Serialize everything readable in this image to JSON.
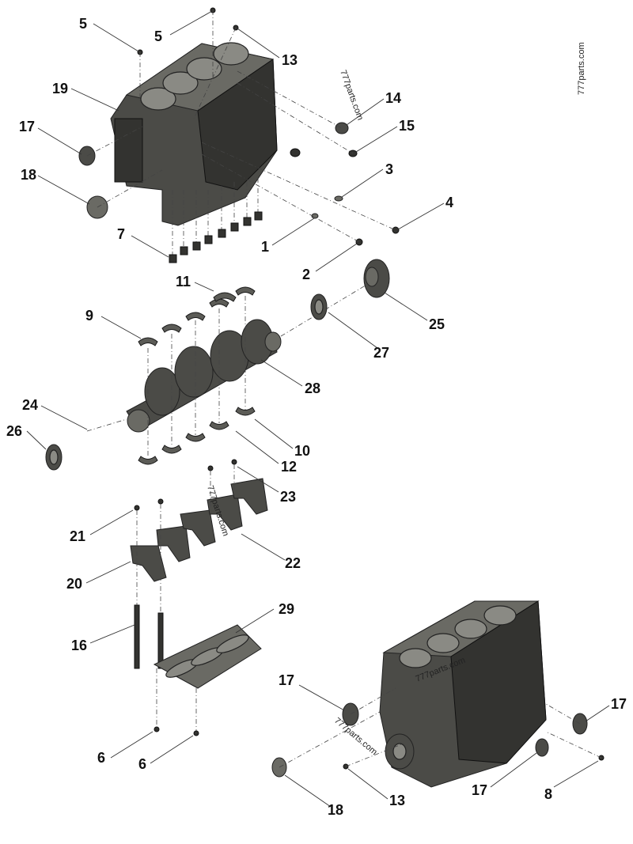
{
  "watermarks": [
    "777parts.com",
    "777parts.com",
    "777parts.com",
    "777parts.com",
    "777parts.com"
  ],
  "callouts": [
    {
      "id": "c5a",
      "label": "5"
    },
    {
      "id": "c5b",
      "label": "5"
    },
    {
      "id": "c13a",
      "label": "13"
    },
    {
      "id": "c19",
      "label": "19"
    },
    {
      "id": "c14",
      "label": "14"
    },
    {
      "id": "c17a",
      "label": "17"
    },
    {
      "id": "c15",
      "label": "15"
    },
    {
      "id": "c3",
      "label": "3"
    },
    {
      "id": "c18a",
      "label": "18"
    },
    {
      "id": "c4",
      "label": "4"
    },
    {
      "id": "c7",
      "label": "7"
    },
    {
      "id": "c1",
      "label": "1"
    },
    {
      "id": "c2",
      "label": "2"
    },
    {
      "id": "c11",
      "label": "11"
    },
    {
      "id": "c25",
      "label": "25"
    },
    {
      "id": "c9",
      "label": "9"
    },
    {
      "id": "c27",
      "label": "27"
    },
    {
      "id": "c28",
      "label": "28"
    },
    {
      "id": "c24",
      "label": "24"
    },
    {
      "id": "c26",
      "label": "26"
    },
    {
      "id": "c12",
      "label": "12"
    },
    {
      "id": "c10",
      "label": "10"
    },
    {
      "id": "c23",
      "label": "23"
    },
    {
      "id": "c21",
      "label": "21"
    },
    {
      "id": "c22",
      "label": "22"
    },
    {
      "id": "c20",
      "label": "20"
    },
    {
      "id": "c29",
      "label": "29"
    },
    {
      "id": "c16",
      "label": "16"
    },
    {
      "id": "c17b",
      "label": "17"
    },
    {
      "id": "c17c",
      "label": "17"
    },
    {
      "id": "c6a",
      "label": "6"
    },
    {
      "id": "c6b",
      "label": "6"
    },
    {
      "id": "c17d",
      "label": "17"
    },
    {
      "id": "c8",
      "label": "8"
    },
    {
      "id": "c13b",
      "label": "13"
    },
    {
      "id": "c18b",
      "label": "18"
    }
  ]
}
